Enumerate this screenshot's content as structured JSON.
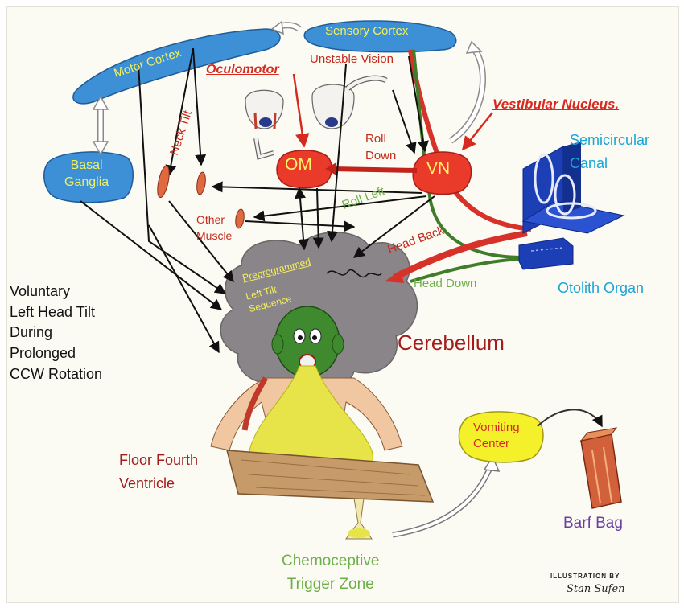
{
  "labels": {
    "sensory_cortex": "Sensory Cortex",
    "motor_cortex": "Motor Cortex",
    "unstable_vision": "Unstable Vision",
    "oculomotor": "Oculomotor",
    "vestibular_nucleus": "Vestibular Nucleus.",
    "semicircular_canal": "Semicircular\nCanal",
    "basal_ganglia": "Basal\nGanglia",
    "neck_tilt": "Neck Tilt",
    "om": "OM",
    "vn": "VN",
    "roll_down": "Roll\nDown",
    "roll_left": "Roll Left",
    "other_muscle": "Other\nMuscle",
    "head_back": "Head Back",
    "head_down": "Head Down",
    "otolith_organ": "Otolith Organ",
    "preprogrammed": "Preprogrammed",
    "left_tilt_sequence": "Left Tilt\nSequence",
    "voluntary": "Voluntary\nLeft Head Tilt\nDuring\nProlonged\nCCW Rotation",
    "cerebellum": "Cerebellum",
    "vomiting_center": "Vomiting\nCenter",
    "floor_fourth_ventricle": "Floor Fourth\nVentricle",
    "barf_bag": "Barf Bag",
    "chemoceptive": "Chemoceptive\nTrigger Zone",
    "illustration_by": "ILLUSTRATION BY",
    "signature": "Stan Sufen"
  },
  "colors": {
    "pill_blue": "#3d8fd6",
    "pill_text": "#f4f05a",
    "node_red": "#ea3a2a",
    "node_text": "#fff36a",
    "cloud_gray": "#8a8589",
    "head_green": "#3f8a2e",
    "vomit_yellow": "#e7e44a",
    "canal_blue": "#1c3fb5",
    "tract_red": "#d6322a",
    "tract_green": "#3f7d2a",
    "arrow_red": "#d62a20",
    "label_red": "#a31d1d",
    "label_green": "#6db04a",
    "label_cyan": "#1aa5d6",
    "label_purple": "#6a3fa0"
  },
  "icons": {
    "eyeballs": "eyeball-icon",
    "canal": "semicircular-canal-icon",
    "otolith": "otolith-box-icon",
    "bag": "barf-bag-icon",
    "flask": "flask-icon",
    "person": "vomiting-person-icon"
  }
}
